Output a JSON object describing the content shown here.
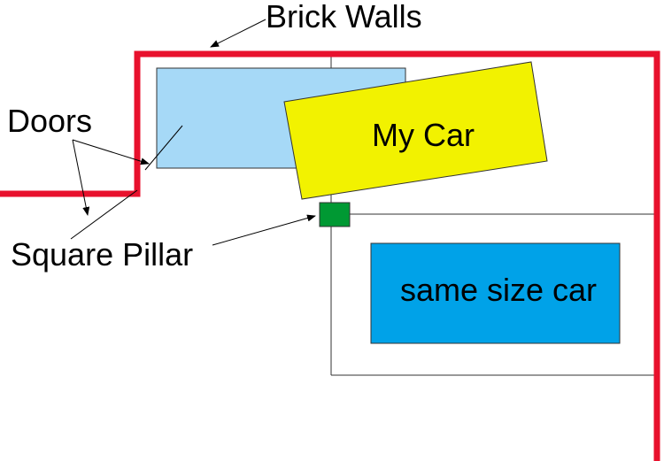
{
  "labels": {
    "brick_walls": "Brick Walls",
    "doors": "Doors",
    "square_pillar": "Square Pillar",
    "my_car": "My Car",
    "same_size_car": "same size car"
  },
  "colors": {
    "wall": "#e8112d",
    "my_car": "#f2f200",
    "same_size_car": "#00a2e8",
    "other_car": "#a6d9f7",
    "pillar": "#009933",
    "outline": "#333333",
    "text": "#000000"
  }
}
